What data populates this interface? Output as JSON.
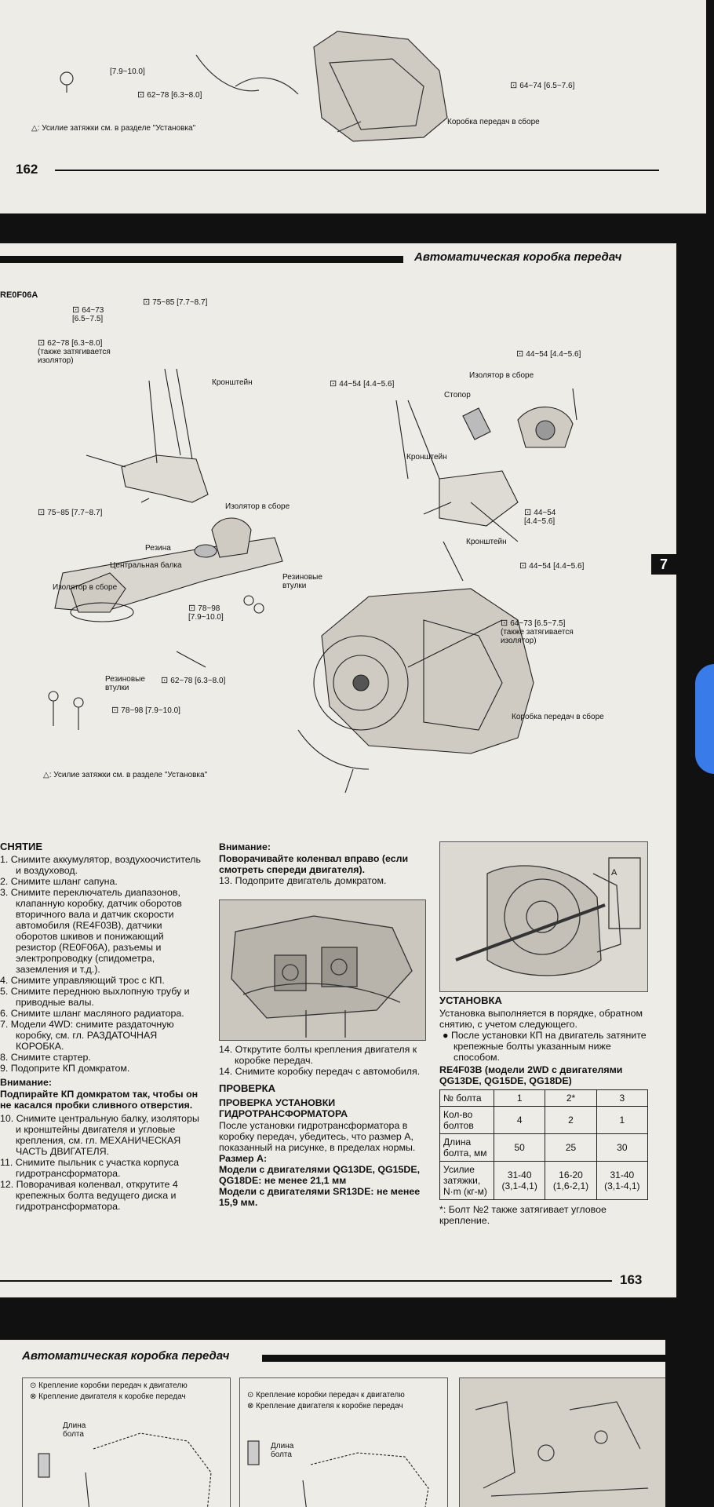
{
  "p162": {
    "labels": {
      "a": "[7.9~10.0]",
      "b": "62~78 [6.3~8.0]",
      "c": "64~74 [6.5~7.6]",
      "d": "Коробка передач в сборе",
      "note": "△: Усилие затяжки см. в разделе \"Установка\""
    },
    "page_number": "162"
  },
  "p163": {
    "header": "Автоматическая коробка передач",
    "subtitle": "RE0F06A",
    "tab_number": "7",
    "labels": {
      "t1": "75~85 [7.7~8.7]",
      "t2": "64~73\n[6.5~7.5]",
      "t3": "62~78 [6.3~8.0]\n(также затягивается\nизолятор)",
      "kron1": "Кронштейн",
      "t4": "75~85 [7.7~8.7]",
      "izol1": "Изолятор в сборе",
      "rezina": "Резина",
      "balka": "Центральная балка",
      "izol2": "Изолятор в сборе",
      "vtulki1": "Резиновые\nвтулки",
      "t5": "78~98\n[7.9~10.0]",
      "vtulki2": "Резиновые\nвтулки",
      "t6": "62~78 [6.3~8.0]",
      "t7": "78~98 [7.9~10.0]",
      "note": "△: Усилие затяжки см. в разделе \"Установка\"",
      "t8": "44~54 [4.4~5.6]",
      "t9": "44~54 [4.4~5.6]",
      "izol3": "Изолятор в сборе",
      "stopor": "Стопор",
      "kron2": "Кронштейн",
      "t10": "44~54\n[4.4~5.6]",
      "kron3": "Кронштейн",
      "t11": "44~54 [4.4~5.6]",
      "t12": "64~73 [6.5~7.5]\n(также затягивается\nизолятор)",
      "kpp": "Коробка передач в сборе"
    },
    "removal_title": "СНЯТИЕ",
    "removal_steps": [
      "1. Снимите аккумулятор, воздухоочиститель и воздуховод.",
      "2. Снимите шланг сапуна.",
      "3. Снимите переключатель диапазонов, клапанную коробку, датчик оборотов вторичного вала и датчик скорости автомобиля (RE4F03B), датчики оборотов шкивов и понижающий резистор (RE0F06A), разъемы и электропроводку (спидометра, заземления и т.д.).",
      "4. Снимите управляющий трос с КП.",
      "5. Снимите переднюю выхлопную трубу и приводные валы.",
      "6. Снимите шланг масляного радиатора.",
      "7. Модели 4WD: снимите раздаточную коробку, см. гл. РАЗДАТОЧНАЯ КОРОБКА.",
      "8. Снимите стартер.",
      "9. Подоприте КП домкратом."
    ],
    "warning1_title": "Внимание:",
    "warning1_text": "Подпирайте КП домкратом так, чтобы он не касался пробки сливного отверстия.",
    "removal_steps2": [
      "10. Снимите центральную балку, изоляторы и кронштейны двигателя и угловые крепления, см. гл. МЕХАНИЧЕСКАЯ ЧАСТЬ ДВИГАТЕЛЯ.",
      "11. Снимите пыльник с участка корпуса гидротрансформатора.",
      "12. Поворачивая коленвал, открутите 4 крепежных болта ведущего диска и гидротрансформатора."
    ],
    "warning2_title": "Внимание:",
    "warning2_text": "Поворачивайте коленвал вправо (если смотреть спереди двигателя).",
    "step13": "13. Подоприте двигатель домкратом.",
    "step14a": "14. Открутите болты крепления двигателя к коробке передач.",
    "step14b": "14. Снимите коробку передач с автомобиля.",
    "check_title": "ПРОВЕРКА",
    "check_sub": "ПРОВЕРКА УСТАНОВКИ ГИДРОТРАНСФОРМАТОРА",
    "check_text": "После установки гидротрансформатора в коробку передач, убедитесь, что размер А, показанный на рисунке, в пределах нормы.",
    "size_title": "Размер А:",
    "size_text1": "Модели с двигателями QG13DE, QG15DE, QG18DE: не менее 21,1 мм",
    "size_text2": "Модели с двигателями SR13DE: не менее 15,9 мм.",
    "install_title": "УСТАНОВКА",
    "install_text": "Установка выполняется в порядке, обратном снятию, с учетом следующего.",
    "install_bullet": "После установки КП на двигатель затяните крепежные болты указанным ниже способом.",
    "table_title": "RE4F03B (модели 2WD с двигателями QG13DE, QG15DE, QG18DE)",
    "table_rows": [
      [
        "№ болта",
        "1",
        "2*",
        "3"
      ],
      [
        "Кол-во болтов",
        "4",
        "2",
        "1"
      ],
      [
        "Длина болта, мм",
        "50",
        "25",
        "30"
      ],
      [
        "Усилие затяжки, N·m (кг-м)",
        "31-40 (3,1-4,1)",
        "16-20 (1,6-2,1)",
        "31-40 (3,1-4,1)"
      ]
    ],
    "footnote": "*: Болт №2 также затягивает угловое крепление.",
    "page_number": "163"
  },
  "p164": {
    "header": "Автоматическая коробка передач",
    "legend1a": "⊙ Крепление коробки передач к двигателю",
    "legend1b": "⊗ Крепление двигателя к коробке передач",
    "legend2a": "⊙ Крепление коробки передач к двигателю",
    "legend2b": "⊗ Крепление двигателя к коробке передач",
    "length_label": "Длина\nболта",
    "length_label2": "Длина\nболта"
  }
}
